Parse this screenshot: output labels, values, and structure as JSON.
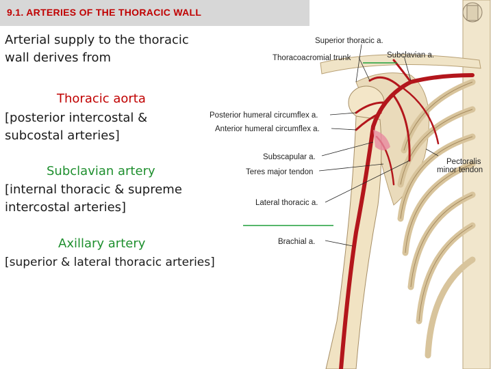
{
  "slide": {
    "title": "9.1. ARTERIES OF THE THORACIC WALL",
    "intro": "Arterial supply to the thoracic wall derives from",
    "sections": [
      {
        "heading": "Thoracic aorta",
        "detail": "[posterior intercostal & subcostal arteries]"
      },
      {
        "heading": "Subclavian artery",
        "detail": "[internal thoracic & supreme intercostal arteries]"
      },
      {
        "heading": "Axillary artery",
        "detail": "[superior & lateral thoracic arteries]"
      }
    ]
  },
  "figure_labels": {
    "superior_thoracic": "Superior thoracic a.",
    "thoracoacromial": "Thoracoacromial trunk",
    "subclavian": "Subclavian a.",
    "posterior_humeral": "Posterior humeral circumflex a.",
    "anterior_humeral": "Anterior humeral circumflex a.",
    "subscapular": "Subscapular a.",
    "pectoralis_1": "Pectoralis",
    "pectoralis_2": "minor tendon",
    "teres_major": "Teres major tendon",
    "lateral_thoracic": "Lateral thoracic a.",
    "brachial": "Brachial a."
  },
  "colors": {
    "title_red": "#c00000",
    "heading_red": "#c00000",
    "heading_green": "#1e8f2e",
    "highlight_green": "#1e9e3a",
    "artery_red": "#b3161c",
    "bone": "#efe2c4"
  }
}
